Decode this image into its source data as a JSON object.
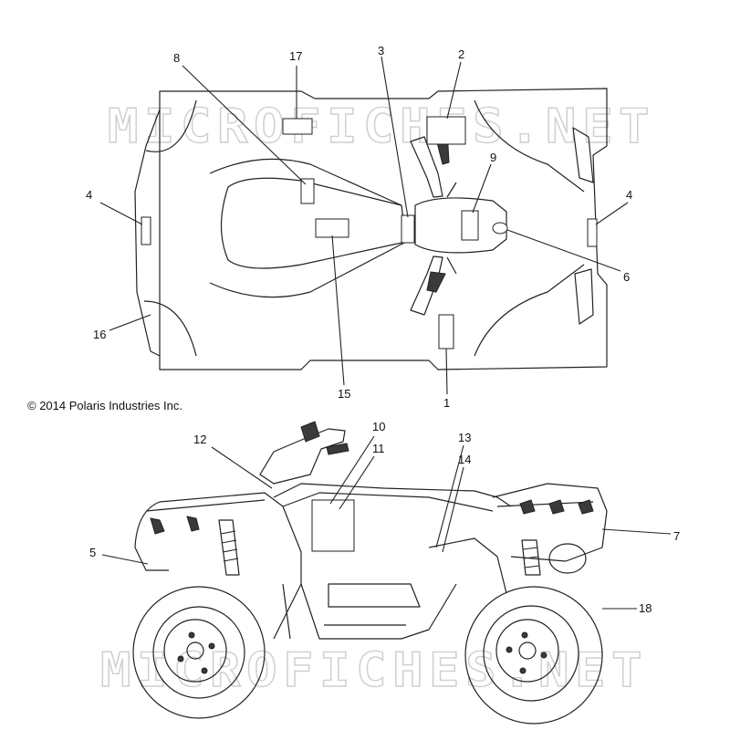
{
  "watermark": "MICROFICHES.NET",
  "copyright": "© 2014 Polaris Industries Inc.",
  "callouts_top": [
    "17",
    "8",
    "3",
    "2",
    "9",
    "4",
    "4",
    "6",
    "16",
    "15",
    "1"
  ],
  "callouts_side": [
    "12",
    "10",
    "11",
    "13",
    "14",
    "5",
    "7",
    "18"
  ]
}
